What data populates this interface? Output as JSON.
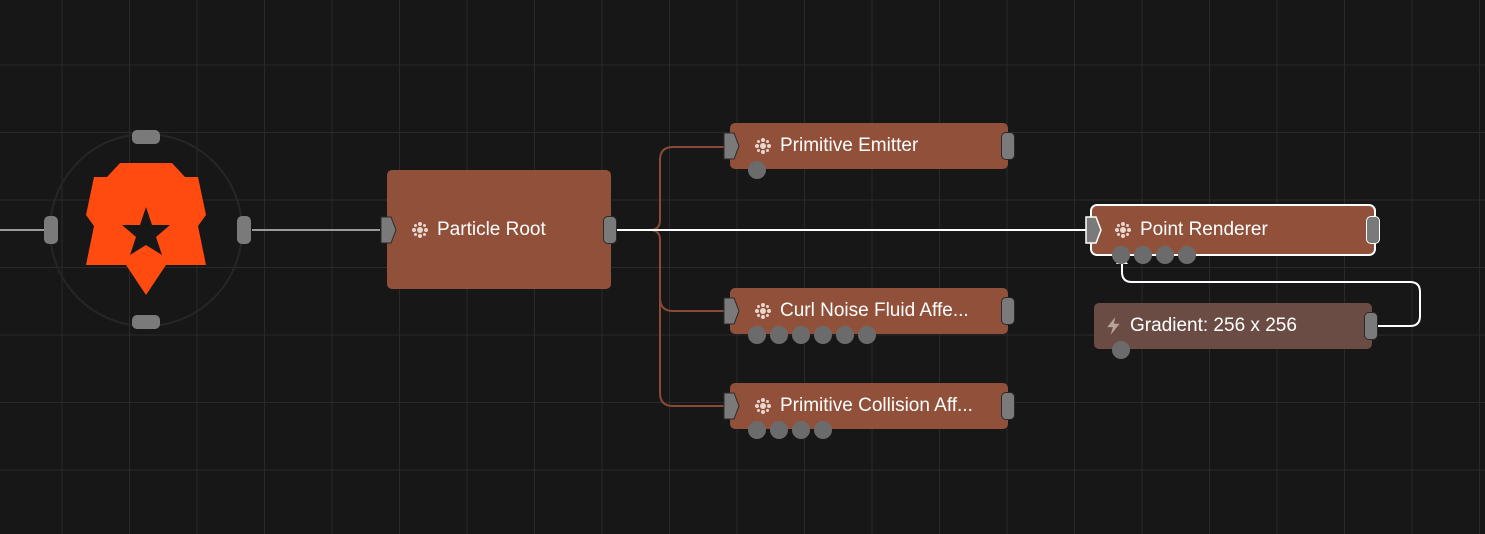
{
  "canvas": {
    "background": "#171717",
    "grid_color": "#2a2a2a",
    "wire_color": "#ffffff",
    "branch_wire_color": "#8a4a36",
    "node_color": "#91503a",
    "logo_color": "#ff4a10"
  },
  "nodes": {
    "particle_root": {
      "label": "Particle Root",
      "icon": "particle-icon"
    },
    "primitive_emitter": {
      "label": "Primitive Emitter",
      "icon": "particle-icon"
    },
    "curl_noise": {
      "label": "Curl Noise Fluid Affe...",
      "icon": "particle-icon",
      "extra_ports": 6
    },
    "primitive_collision": {
      "label": "Primitive Collision Aff...",
      "icon": "particle-icon",
      "extra_ports": 4
    },
    "point_renderer": {
      "label": "Point Renderer",
      "icon": "particle-icon",
      "extra_ports": 4,
      "selected": true
    },
    "gradient": {
      "label": "Gradient: 256 x 256",
      "icon": "lightning-icon"
    }
  }
}
